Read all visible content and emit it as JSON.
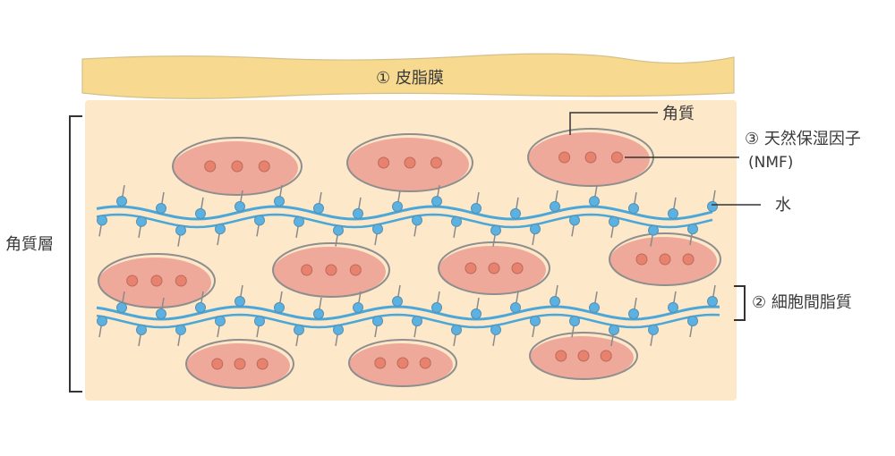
{
  "colors": {
    "background": "#ffffff",
    "sebum_membrane": "#f7d98f",
    "stratum_corneum": "#fde8c9",
    "corneocyte_fill": "#efa99b",
    "corneocyte_outline": "#8e8e8e",
    "nmf_dot": "#e9826d",
    "lipid_line": "#4aa7d9",
    "lipid_head": "#5bb1e0",
    "lipid_tail": "#8a8a8a",
    "label_text": "#3a3a3a"
  },
  "labels": {
    "sebum_membrane": "① 皮脂膜",
    "corneocyte": "角質",
    "nmf_line1": "③ 天然保湿因子",
    "nmf_line2": "(NMF)",
    "water": "水",
    "intercellular_lipid": "② 細胞間脂質",
    "stratum_corneum": "角質層"
  },
  "icons": {
    "sebum_membrane_band": "yellow-wavy-band",
    "corneocyte": "pink-oval-cell",
    "lipid_molecule": "blue-bead-with-tail"
  }
}
